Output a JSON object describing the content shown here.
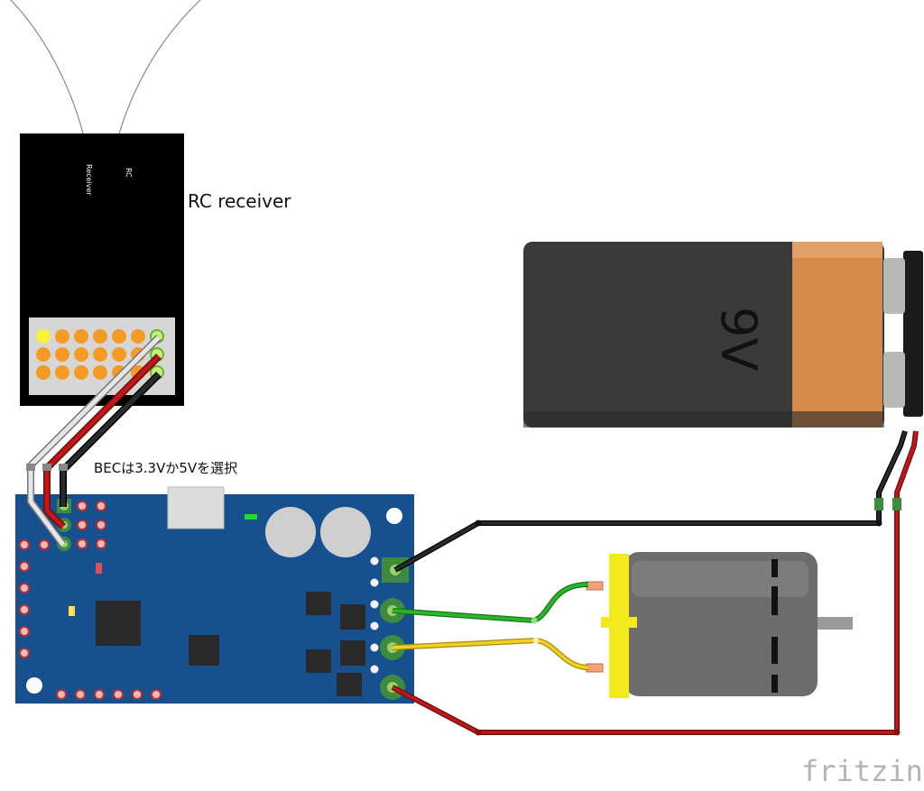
{
  "receiver": {
    "title": "RC receiver",
    "silk_a": "RC",
    "silk_b": "Receiver"
  },
  "bec_note": "BECは3.3Vか5Vを選択",
  "battery": {
    "label": "9V"
  },
  "watermark": "fritzing",
  "colors": {
    "board": "#16508f",
    "wire_black": "#222222",
    "wire_red": "#c01818",
    "wire_white": "#e6e6e6",
    "wire_green": "#2ab52a",
    "wire_yellow": "#f0d21e",
    "battery_copper": "#d38a4a",
    "motor_cap": "#f2ea1a",
    "pin_orange": "#f59a23"
  }
}
